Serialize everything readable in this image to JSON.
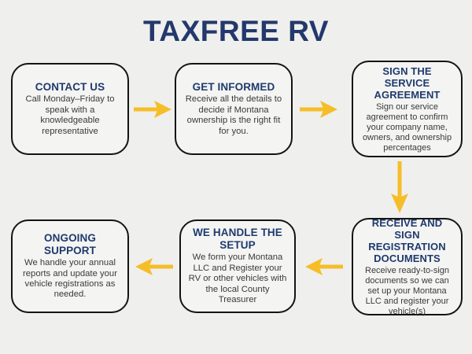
{
  "page": {
    "title": "TAXFREE RV",
    "background_color": "#efefed",
    "brand_navy": "#23386b",
    "accent_gold": "#f5be29",
    "body_text_color": "#3a3a3a",
    "border_color": "#141414"
  },
  "flow": {
    "steps": [
      {
        "id": "contact-us",
        "heading": "CONTACT US",
        "body": "Call Monday–Friday to speak with a knowledgeable representative"
      },
      {
        "id": "get-informed",
        "heading": "GET INFORMED",
        "body": "Receive all the details to decide if Montana ownership is the right fit for you."
      },
      {
        "id": "sign-agreement",
        "heading": "SIGN THE SERVICE AGREEMENT",
        "body": "Sign our service agreement to confirm your company name, owners, and ownership percentages"
      },
      {
        "id": "receive-docs",
        "heading": "RECEIVE AND SIGN REGISTRATION DOCUMENTS",
        "body": "Receive ready-to-sign documents so we can set up your Montana LLC and register your vehicle(s)"
      },
      {
        "id": "handle-setup",
        "heading": "WE HANDLE THE SETUP",
        "body": "We form your Montana LLC and Register your RV or other vehicles with the local County Treasurer"
      },
      {
        "id": "ongoing-support",
        "heading": "ONGOING SUPPORT",
        "body": "We handle your annual reports and update your vehicle registrations as needed."
      }
    ],
    "connectors": [
      {
        "id": "arrow-1",
        "icon": "arrow-right-icon",
        "from": "contact-us",
        "to": "get-informed",
        "direction": "right"
      },
      {
        "id": "arrow-2",
        "icon": "arrow-right-icon",
        "from": "get-informed",
        "to": "sign-agreement",
        "direction": "right"
      },
      {
        "id": "arrow-3",
        "icon": "arrow-down-icon",
        "from": "sign-agreement",
        "to": "receive-docs",
        "direction": "down"
      },
      {
        "id": "arrow-4",
        "icon": "arrow-left-icon",
        "from": "receive-docs",
        "to": "handle-setup",
        "direction": "left"
      },
      {
        "id": "arrow-5",
        "icon": "arrow-left-icon",
        "from": "handle-setup",
        "to": "ongoing-support",
        "direction": "left"
      }
    ]
  }
}
